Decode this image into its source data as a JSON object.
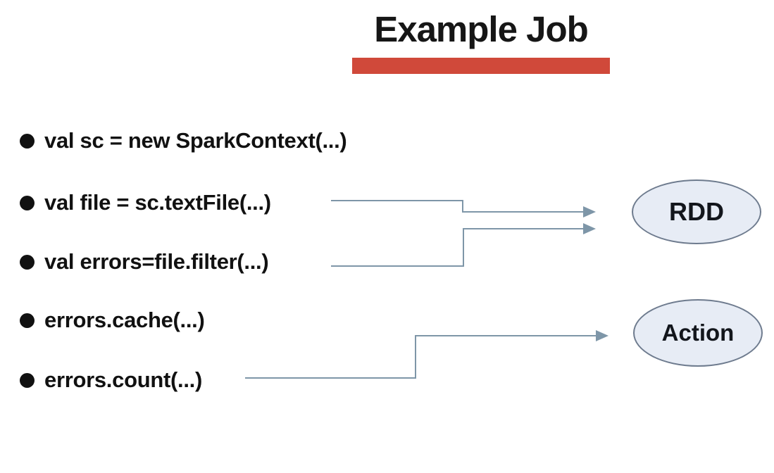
{
  "slide": {
    "title": "Example Job",
    "bullets": [
      "val sc = new SparkContext(...)",
      "val file = sc.textFile(...)",
      "val errors=file.filter(...)",
      "errors.cache(...)",
      "errors.count(...)"
    ],
    "nodes": {
      "rdd": "RDD",
      "action": "Action"
    },
    "colors": {
      "title_underline": "#d0493a",
      "arrow": "#7e96a8",
      "node_fill": "#e7ecf5",
      "node_border": "#6e7b8e",
      "text": "#111111"
    }
  }
}
